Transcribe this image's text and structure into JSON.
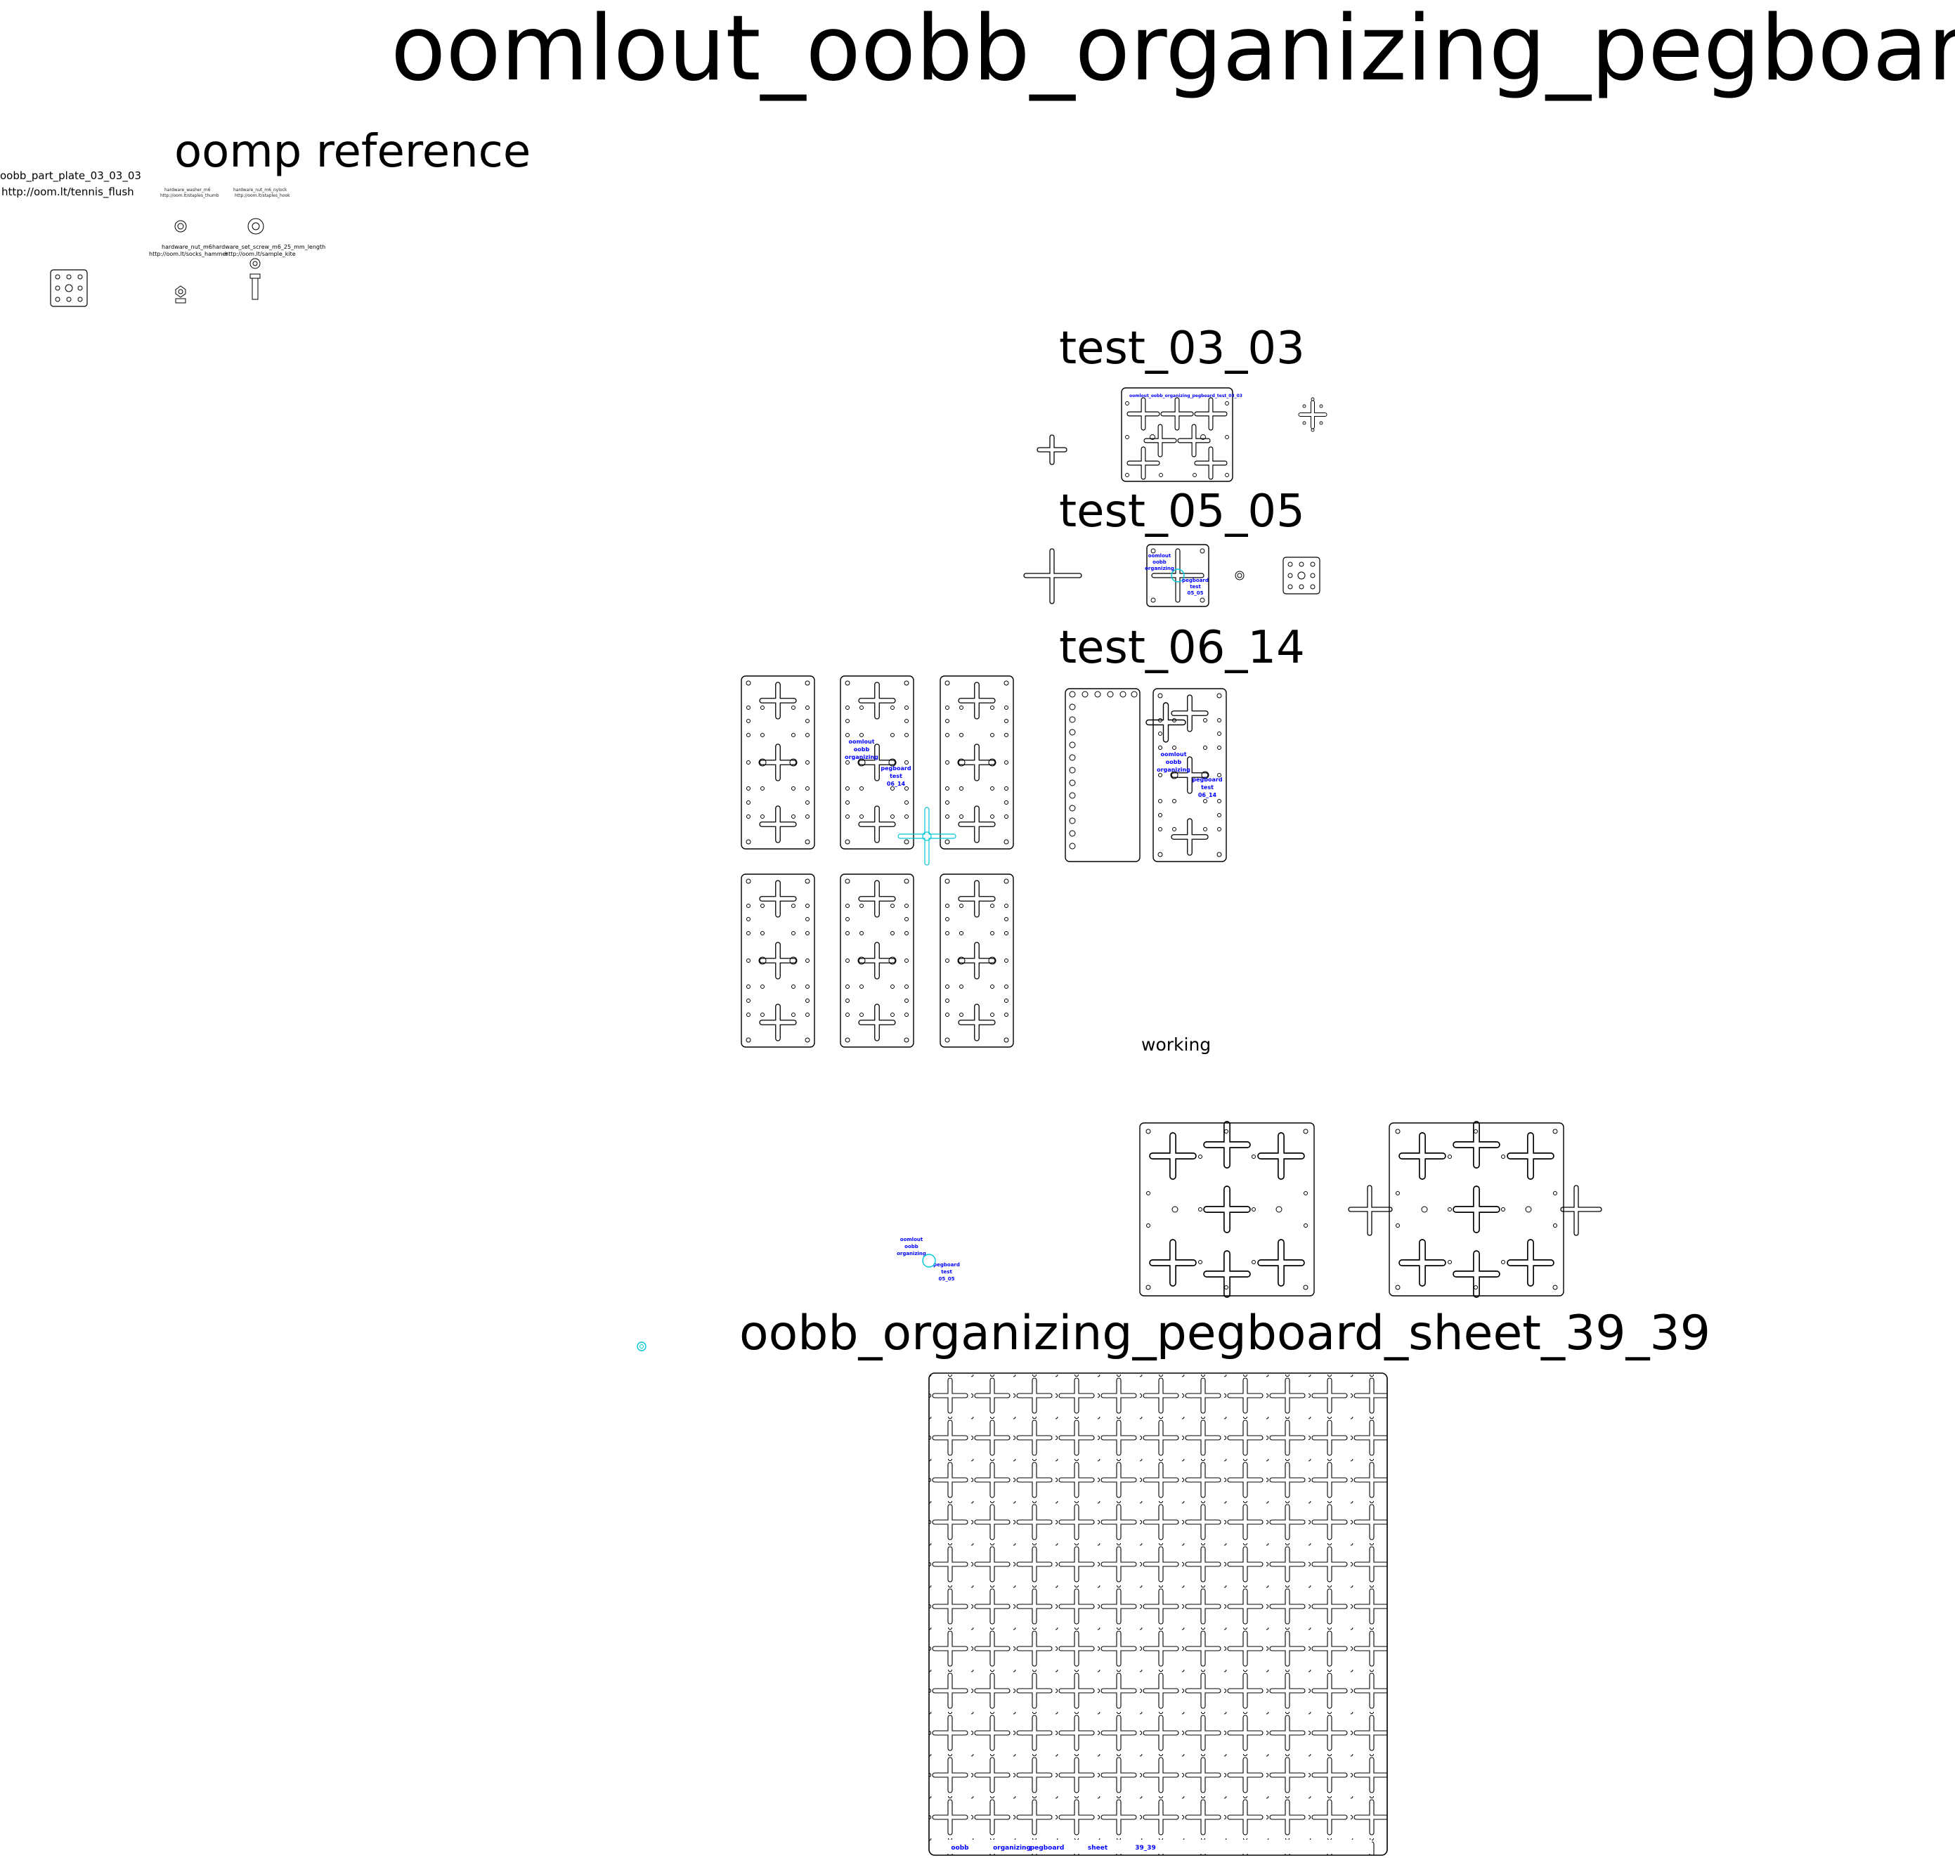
{
  "title": "oomlout_oobb_organizing_pegboard",
  "reference": {
    "heading": "oomp reference",
    "plate_name": "oobb_part_plate_03_03_03",
    "plate_url": "http://oom.lt/tennis_flush",
    "washer_name": "hardware_washer_m6",
    "washer_url": "http://oom.lt/staples_thumb",
    "other_name": "hardware_nut_m6_nylock",
    "other_url": "http://oom.lt/staples_hook",
    "nut_name": "hardware_nut_m6",
    "nut_url": "http://oom.lt/socks_hammer",
    "screw_name": "hardware_set_screw_m6_25_mm_length",
    "screw_url": "http://oom.lt/sample_kite"
  },
  "sections": {
    "test_03": "test_03_03",
    "test_05": "test_05_05",
    "test_06": "test_06_14",
    "working": "working",
    "sheet": "oobb_organizing_pegboard_sheet_39_39"
  },
  "engravings": {
    "t03": "oomlout_oobb_organizing_pegboard_test_03_03",
    "t05_a": [
      "oomlout",
      "oobb",
      "organizing"
    ],
    "t05_b": [
      "pegboard",
      "test",
      "05_05"
    ],
    "t06_a": [
      "oomlout",
      "oobb",
      "organizing"
    ],
    "t06_b": [
      "pegboard",
      "test",
      "06_14"
    ],
    "loose_a": [
      "oomlout",
      "oobb",
      "organizing"
    ],
    "loose_b": [
      "pegboard",
      "test",
      "05_05"
    ],
    "sheet_row": [
      "oobb",
      "organizing",
      "pegboard",
      "sheet",
      "39_39"
    ]
  },
  "colors": {
    "line": "#000000",
    "engrave": "#0000ff",
    "highlight": "#00c8d8"
  }
}
